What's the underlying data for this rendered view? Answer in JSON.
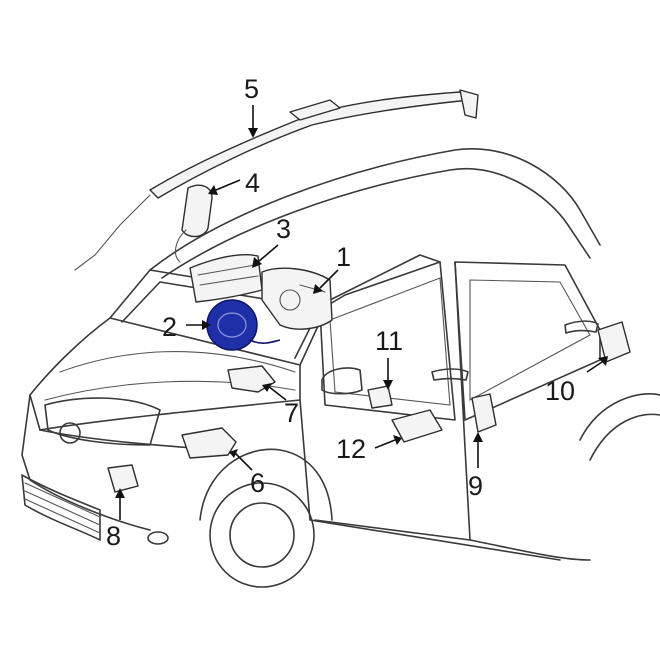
{
  "diagram": {
    "callouts": [
      {
        "id": "1",
        "text": "1"
      },
      {
        "id": "2",
        "text": "2"
      },
      {
        "id": "3",
        "text": "3"
      },
      {
        "id": "4",
        "text": "4"
      },
      {
        "id": "5",
        "text": "5"
      },
      {
        "id": "6",
        "text": "6"
      },
      {
        "id": "7",
        "text": "7"
      },
      {
        "id": "8",
        "text": "8"
      },
      {
        "id": "9",
        "text": "9"
      },
      {
        "id": "10",
        "text": "10"
      },
      {
        "id": "11",
        "text": "11"
      },
      {
        "id": "12",
        "text": "12"
      }
    ],
    "colors": {
      "highlight_part": "#1f2fa8",
      "line": "#3a3a3a",
      "background": "#ffffff"
    }
  }
}
